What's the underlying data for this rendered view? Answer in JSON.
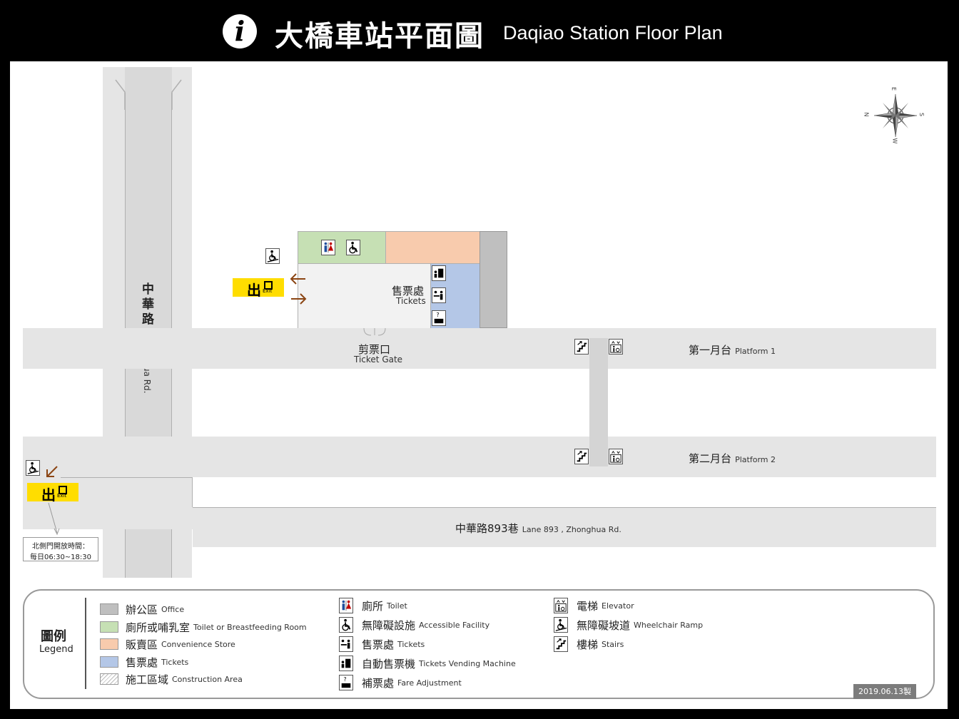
{
  "header": {
    "title_zh": "大橋車站平面圖",
    "title_en": "Daqiao Station Floor Plan",
    "info_icon_text": "i"
  },
  "map": {
    "road_zhonghua_zh": "中華路",
    "road_zhonghua_en": "Zhonghua Rd.",
    "lane_zh": "中華路893巷",
    "lane_en": "Lane 893 , Zhonghua Rd.",
    "ticket_office_zh": "售票處",
    "ticket_office_en": "Tickets",
    "ticket_gate_zh": "剪票口",
    "ticket_gate_en": "Ticket Gate",
    "platform1_zh": "第一月台",
    "platform1_en": "Platform 1",
    "platform2_zh": "第二月台",
    "platform2_en": "Platform 2",
    "exit_zh": "出",
    "exit_en": "Exit",
    "north_gate_hours_line1": "北側門開放時間：",
    "north_gate_hours_line2": "每日06:30~18:30",
    "compass": {
      "n": "N",
      "e": "E",
      "s": "S",
      "w": "W"
    }
  },
  "legend": {
    "title_zh": "圖例",
    "title_en": "Legend",
    "areas": [
      {
        "zh": "辦公區",
        "en": "Office",
        "color": "#bfbfbf"
      },
      {
        "zh": "廁所或哺乳室",
        "en": "Toilet or Breastfeeding Room",
        "color": "#c6e0b4"
      },
      {
        "zh": "販賣區",
        "en": "Convenience Store",
        "color": "#f8cbad"
      },
      {
        "zh": "售票處",
        "en": "Tickets",
        "color": "#b4c7e7"
      },
      {
        "zh": "施工區域",
        "en": "Construction Area",
        "color": "hatch"
      }
    ],
    "icons_col2": [
      {
        "icon": "toilet-icon",
        "zh": "廁所",
        "en": "Toilet"
      },
      {
        "icon": "accessible-icon",
        "zh": "無障礙設施",
        "en": "Accessible Facility"
      },
      {
        "icon": "ticket-counter-icon",
        "zh": "售票處",
        "en": "Tickets"
      },
      {
        "icon": "vending-machine-icon",
        "zh": "自動售票機",
        "en": "Tickets Vending Machine"
      },
      {
        "icon": "fare-adjustment-icon",
        "zh": "補票處",
        "en": "Fare Adjustment"
      }
    ],
    "icons_col3": [
      {
        "icon": "elevator-icon",
        "zh": "電梯",
        "en": "Elevator"
      },
      {
        "icon": "wheelchair-ramp-icon",
        "zh": "無障礙坡道",
        "en": "Wheelchair Ramp"
      },
      {
        "icon": "stairs-icon",
        "zh": "樓梯",
        "en": "Stairs"
      }
    ],
    "date_stamp": "2019.06.13製"
  },
  "colors": {
    "office": "#bfbfbf",
    "toilet_room": "#c6e0b4",
    "store": "#f8cbad",
    "tickets": "#b4c7e7",
    "exit": "#ffdd00",
    "arrow": "#8b4513",
    "road": "#e5e5e5"
  }
}
